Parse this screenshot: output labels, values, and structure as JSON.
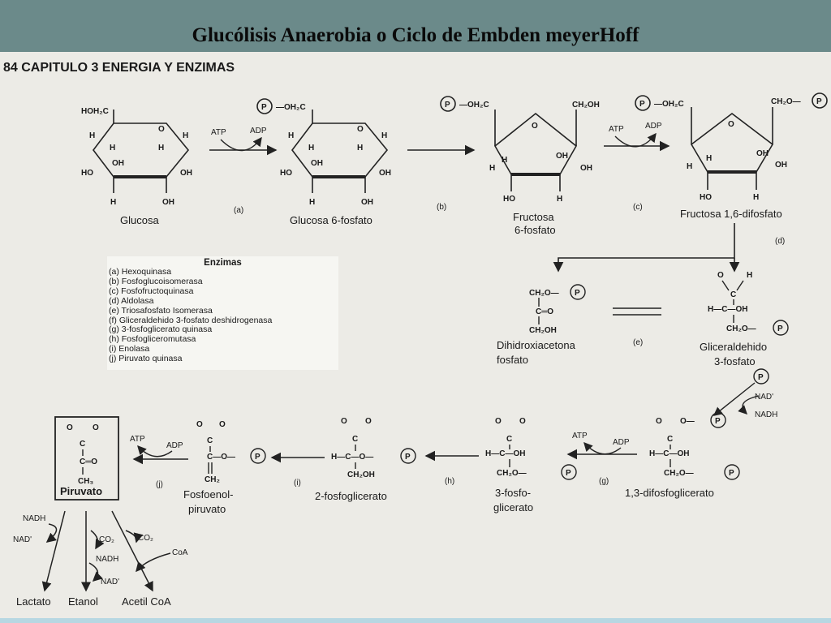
{
  "slide_title": "Glucólisis Anaerobia  o  Ciclo de Embden meyerHoff",
  "page_header": "84  CAPITULO 3  ENERGIA Y ENZIMAS",
  "compounds": {
    "glucosa": "Glucosa",
    "glucosa6p": "Glucosa 6-fosfato",
    "fructosa6p_1": "Fructosa",
    "fructosa6p_2": "6-fosfato",
    "fructosa16": "Fructosa 1,6-difosfato",
    "dhap_1": "Dihidroxiacetona",
    "dhap_2": "fosfato",
    "g3p_1": "Gliceraldehido",
    "g3p_2": "3-fosfato",
    "bpg": "1,3-difosfoglicerato",
    "pg3_1": "3-fosfo-",
    "pg3_2": "glicerato",
    "pg2": "2-fosfoglicerato",
    "pep_1": "Fosfoenol-",
    "pep_2": "piruvato",
    "piruvato": "Piruvato",
    "lactato": "Lactato",
    "etanol": "Etanol",
    "acetilcoa": "Acetil CoA"
  },
  "step_labels": {
    "a": "(a)",
    "b": "(b)",
    "c": "(c)",
    "d": "(d)",
    "e": "(e)",
    "g": "(g)",
    "h": "(h)",
    "i": "(i)",
    "j": "(j)"
  },
  "cofactors": {
    "atp": "ATP",
    "adp": "ADP",
    "nad": "NAD'",
    "nadh": "NADH",
    "co2": "CO₂",
    "coa": "CoA",
    "p": "P"
  },
  "enzimas": {
    "header": "Enzimas",
    "items": [
      "(a) Hexoquinasa",
      "(b) Fosfoglucoisomerasa",
      "(c) Fosfofructoquinasa",
      "(d) Aldolasa",
      "(e) Triosafosfato Isomerasa",
      "(f) Gliceraldehido 3-fosfato deshidrogenasa",
      "(g) 3-fosfoglicerato quinasa",
      "(h) Fosfogliceromutasa",
      "(i) Enolasa",
      "(j) Piruvato quinasa"
    ]
  }
}
